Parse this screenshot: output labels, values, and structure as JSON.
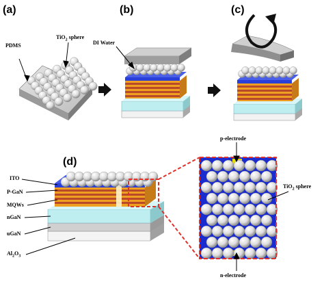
{
  "panels": {
    "a": {
      "label": "(a)",
      "pdms": "PDMS",
      "sphere_prefix": "TiO",
      "sphere_sub": "2",
      "sphere_suffix": " sphere"
    },
    "b": {
      "label": "(b)",
      "water": "DI Water"
    },
    "c": {
      "label": "(c)"
    },
    "d": {
      "label": "(d)",
      "layers": [
        "ITO",
        "P-GaN",
        "MQWs",
        "nGaN",
        "uGaN"
      ],
      "sub_prefix": "Al",
      "sub_sub1": "2",
      "sub_mid": "O",
      "sub_sub2": "3"
    },
    "zoom": {
      "p_electrode": "p-electrode",
      "n_electrode": "n-electrode",
      "sphere_prefix": "TiO",
      "sphere_sub": "2",
      "sphere_suffix": " sphere"
    }
  },
  "colors": {
    "sphere": "#d9d9d9",
    "ito_blue": "#2a3fd8",
    "stripe_orange": "#f0a020",
    "stripe_red": "#b84a2a",
    "ngan_cyan": "#bfeef0",
    "ugan_gray": "#c8c8c8",
    "callout_red": "#e0312b",
    "electrode_yellow": "#e8e000"
  }
}
